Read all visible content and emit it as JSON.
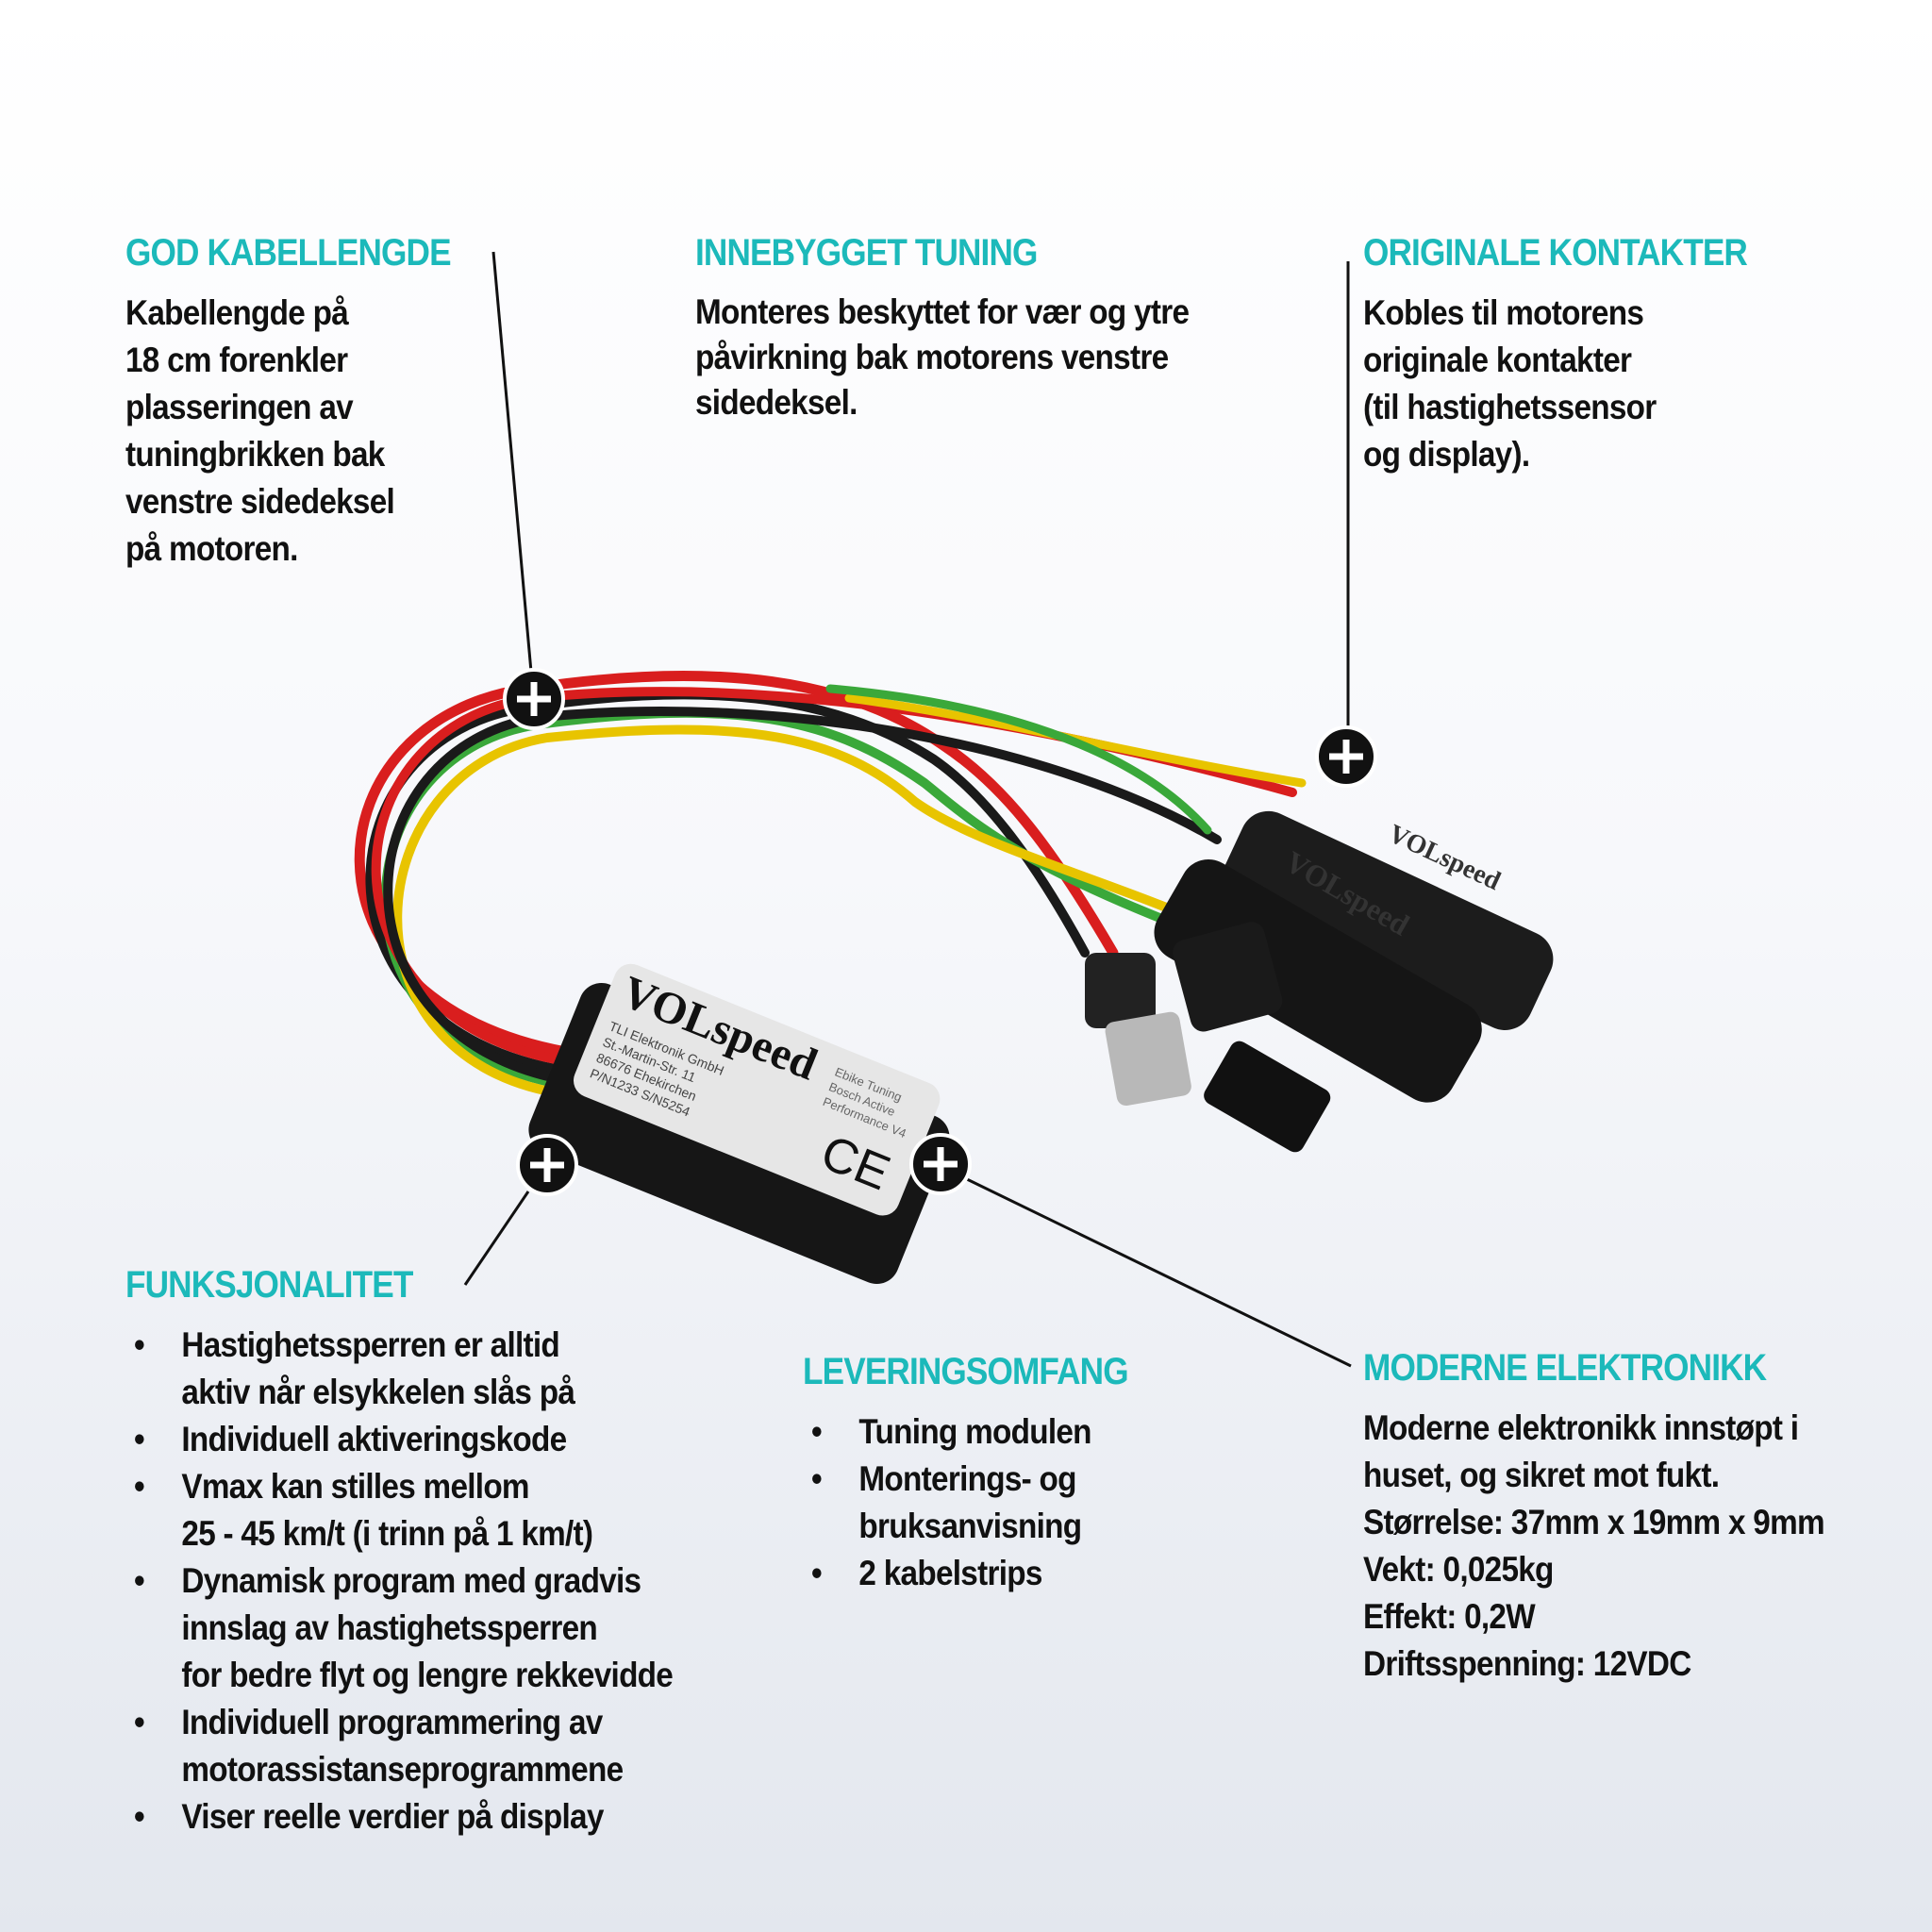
{
  "sections": {
    "cable": {
      "title": "GOD KABELLENGDE",
      "lines": [
        "Kabellengde på",
        "18 cm forenkler",
        "plasseringen av",
        "tuningbrikken bak",
        "venstre sidedeksel",
        "på motoren."
      ]
    },
    "tuning": {
      "title": "INNEBYGGET TUNING",
      "lines": [
        "Monteres beskyttet for vær og ytre",
        "påvirkning bak motorens venstre",
        "sidedeksel."
      ]
    },
    "connectors": {
      "title": "ORIGINALE KONTAKTER",
      "lines": [
        "Kobles til motorens",
        "originale kontakter",
        "(til hastighetssensor",
        "og display)."
      ]
    },
    "function": {
      "title": "FUNKSJONALITET",
      "items": [
        [
          "Hastighetssperren er alltid",
          "aktiv når elsykkelen slås på"
        ],
        [
          "Individuell aktiveringskode"
        ],
        [
          "Vmax kan stilles mellom",
          "25 - 45 km/t (i trinn på 1 km/t)"
        ],
        [
          "Dynamisk program med gradvis",
          "innslag av hastighetssperren",
          "for bedre flyt og lengre rekkevidde"
        ],
        [
          "Individuell programmering av",
          "motorassistanseprogrammene"
        ],
        [
          "Viser reelle verdier på display"
        ]
      ]
    },
    "delivery": {
      "title": "LEVERINGSOMFANG",
      "items": [
        [
          "Tuning modulen"
        ],
        [
          "Monterings- og",
          "bruksanvisning"
        ],
        [
          "2 kabelstrips"
        ]
      ]
    },
    "electronics": {
      "title": "MODERNE ELEKTRONIKK",
      "lines": [
        "Moderne elektronikk innstøpt i",
        "huset, og sikret mot fukt.",
        "Størrelse: 37mm x 19mm x 9mm",
        "Vekt: 0,025kg",
        "Effekt: 0,2W",
        "Driftsspenning: 12VDC"
      ]
    }
  },
  "product": {
    "brand": "VOLspeed",
    "label_lines": [
      "TLI Elektronik GmbH",
      "St.-Martin-Str. 11",
      "86676 Ehekirchen",
      "P/N1233   S/N5254"
    ],
    "label_side": [
      "Ebike Tuning",
      "Bosch Active",
      "Performance V4"
    ],
    "ce_mark": "CE",
    "connector_brand": "VOLspeed"
  },
  "colors": {
    "accent": "#1cb9ba",
    "text": "#111111",
    "wire_red": "#d91e1e",
    "wire_yellow": "#e8c400",
    "wire_green": "#3aa83a",
    "wire_black": "#1a1a1a"
  },
  "icons": {
    "hotspot": "plus-circle-icon"
  }
}
